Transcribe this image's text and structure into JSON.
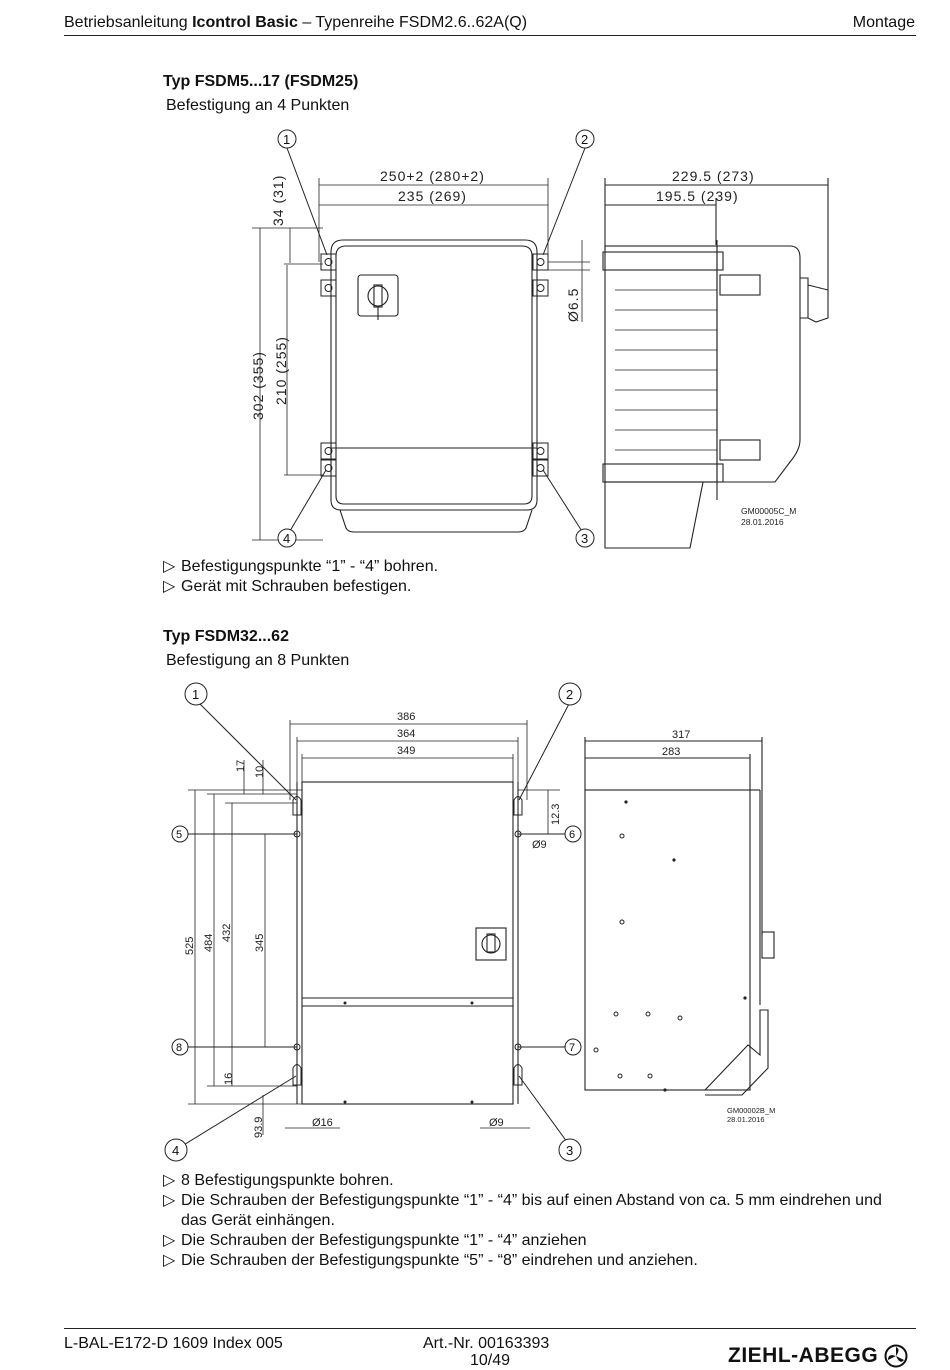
{
  "header": {
    "prefix": "Betriebsanleitung ",
    "product": "Icontrol Basic",
    "suffix": " – Typenreihe FSDM2.6..62A(Q)",
    "section": "Montage"
  },
  "section1": {
    "title": "Typ FSDM5...17 (FSDM25)",
    "subtitle": "Befestigung an 4 Punkten",
    "bullets": [
      "Befestigungspunkte “1” - “4” bohren.",
      "Gerät mit Schrauben befestigen."
    ],
    "drawing": {
      "callouts": [
        "1",
        "2",
        "3",
        "4"
      ],
      "dims": {
        "w_outer": "250+2 (280+2)",
        "w_inner": "235 (269)",
        "top": "34 (31)",
        "h_outer": "302 (355)",
        "h_inner": "210 (255)",
        "hole": "Ø6.5",
        "d_outer": "229.5 (273)",
        "d_inner": "195.5 (239)"
      },
      "stamp_code": "GM00005C_M",
      "stamp_date": "28.01.2016"
    }
  },
  "section2": {
    "title": "Typ FSDM32...62",
    "subtitle": "Befestigung an 8 Punkten",
    "bullets": [
      "8 Befestigungspunkte bohren.",
      "Die Schrauben der Befestigungspunkte “1” - “4” bis auf einen Abstand von ca. 5 mm eindrehen und",
      "das Gerät  einhängen.",
      "Die Schrauben der Befestigungspunkte “1” - “4” anziehen",
      "Die Schrauben der Befestigungspunkte “5” - “8” eindrehen und anziehen."
    ],
    "drawing": {
      "callouts": [
        "1",
        "2",
        "3",
        "4",
        "5",
        "6",
        "7",
        "8"
      ],
      "dims": {
        "w1": "386",
        "w2": "364",
        "w3": "349",
        "t17": "17",
        "t10": "10",
        "t12": "12.3",
        "d9a": "Ø9",
        "h525": "525",
        "h484": "484",
        "h432": "432",
        "h345": "345",
        "b16": "16",
        "b939": "93.9",
        "d16": "Ø16",
        "d9b": "Ø9",
        "s317": "317",
        "s283": "283"
      },
      "stamp_code": "GM00002B_M",
      "stamp_date": "28.01.2016"
    }
  },
  "footer": {
    "doc": "L-BAL-E172-D 1609 Index 005",
    "art": "Art.-Nr. 00163393",
    "page": "10/49",
    "brand": "ZIEHL-ABEGG"
  }
}
